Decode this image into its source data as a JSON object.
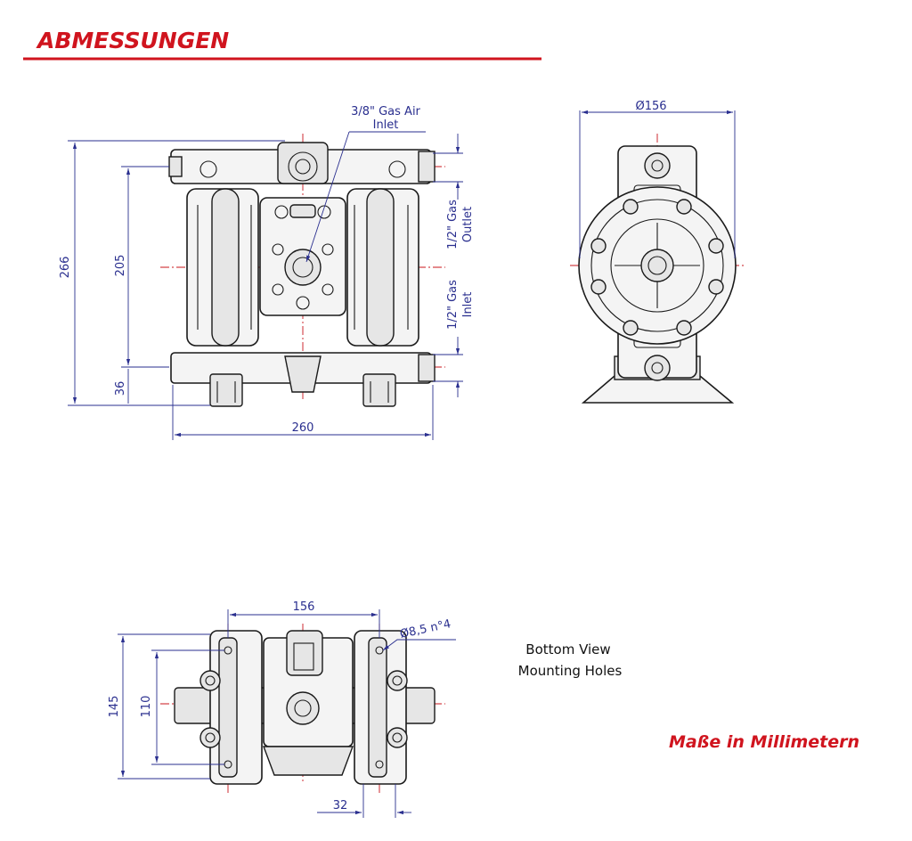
{
  "title": "ABMESSUNGEN",
  "units_note": "Maße in Millimetern",
  "colors": {
    "accent": "#d0141e",
    "dimension": "#2a2f8f",
    "outline": "#1a1a1a",
    "centerline": "#c8141b"
  },
  "front_view": {
    "label_air_inlet_line1": "3/8\" Gas Air",
    "label_air_inlet_line2": "Inlet",
    "label_outlet_line1": "1/2\" Gas",
    "label_outlet_line2": "Outlet",
    "label_inlet_line1": "1/2\" Gas",
    "label_inlet_line2": "Inlet",
    "dim_height_total": "266",
    "dim_height_ports": "205",
    "dim_height_base": "36",
    "dim_width": "260"
  },
  "side_view": {
    "dim_diameter": "Ø156"
  },
  "bottom_view": {
    "dim_spacing": "156",
    "dim_hole": "Ø8,5 n°4",
    "dim_depth_total": "145",
    "dim_depth_holes": "110",
    "dim_offset": "32",
    "caption_line1": "Bottom View",
    "caption_line2": "Mounting Holes"
  }
}
